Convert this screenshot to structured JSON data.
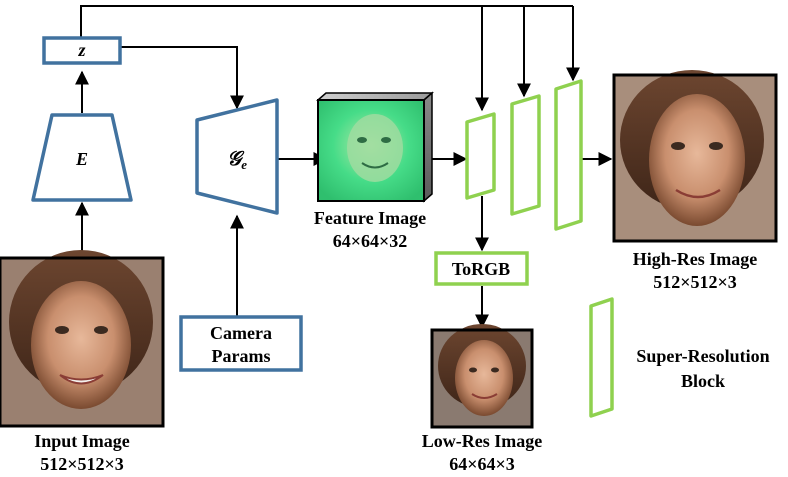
{
  "nodes": {
    "z": {
      "label": "z"
    },
    "encoder": {
      "label": "E"
    },
    "generator": {
      "label": "𝒢",
      "subscript": "e"
    },
    "camera": {
      "line1": "Camera",
      "line2": "Params"
    },
    "torgb": {
      "label": "ToRGB"
    }
  },
  "captions": {
    "input_image": {
      "line1": "Input Image",
      "line2": "512×512×3"
    },
    "feature_image": {
      "line1": "Feature Image",
      "line2": "64×64×32"
    },
    "high_res_image": {
      "line1": "High-Res Image",
      "line2": "512×512×3"
    },
    "low_res_image": {
      "line1": "Low-Res Image",
      "line2": "64×64×3"
    },
    "legend": {
      "line1": "Super-Resolution",
      "line2": "Block"
    }
  },
  "colors": {
    "blue_border": "#41729f",
    "green_border": "#8fd14f",
    "feature_green": "#3fe08a"
  }
}
